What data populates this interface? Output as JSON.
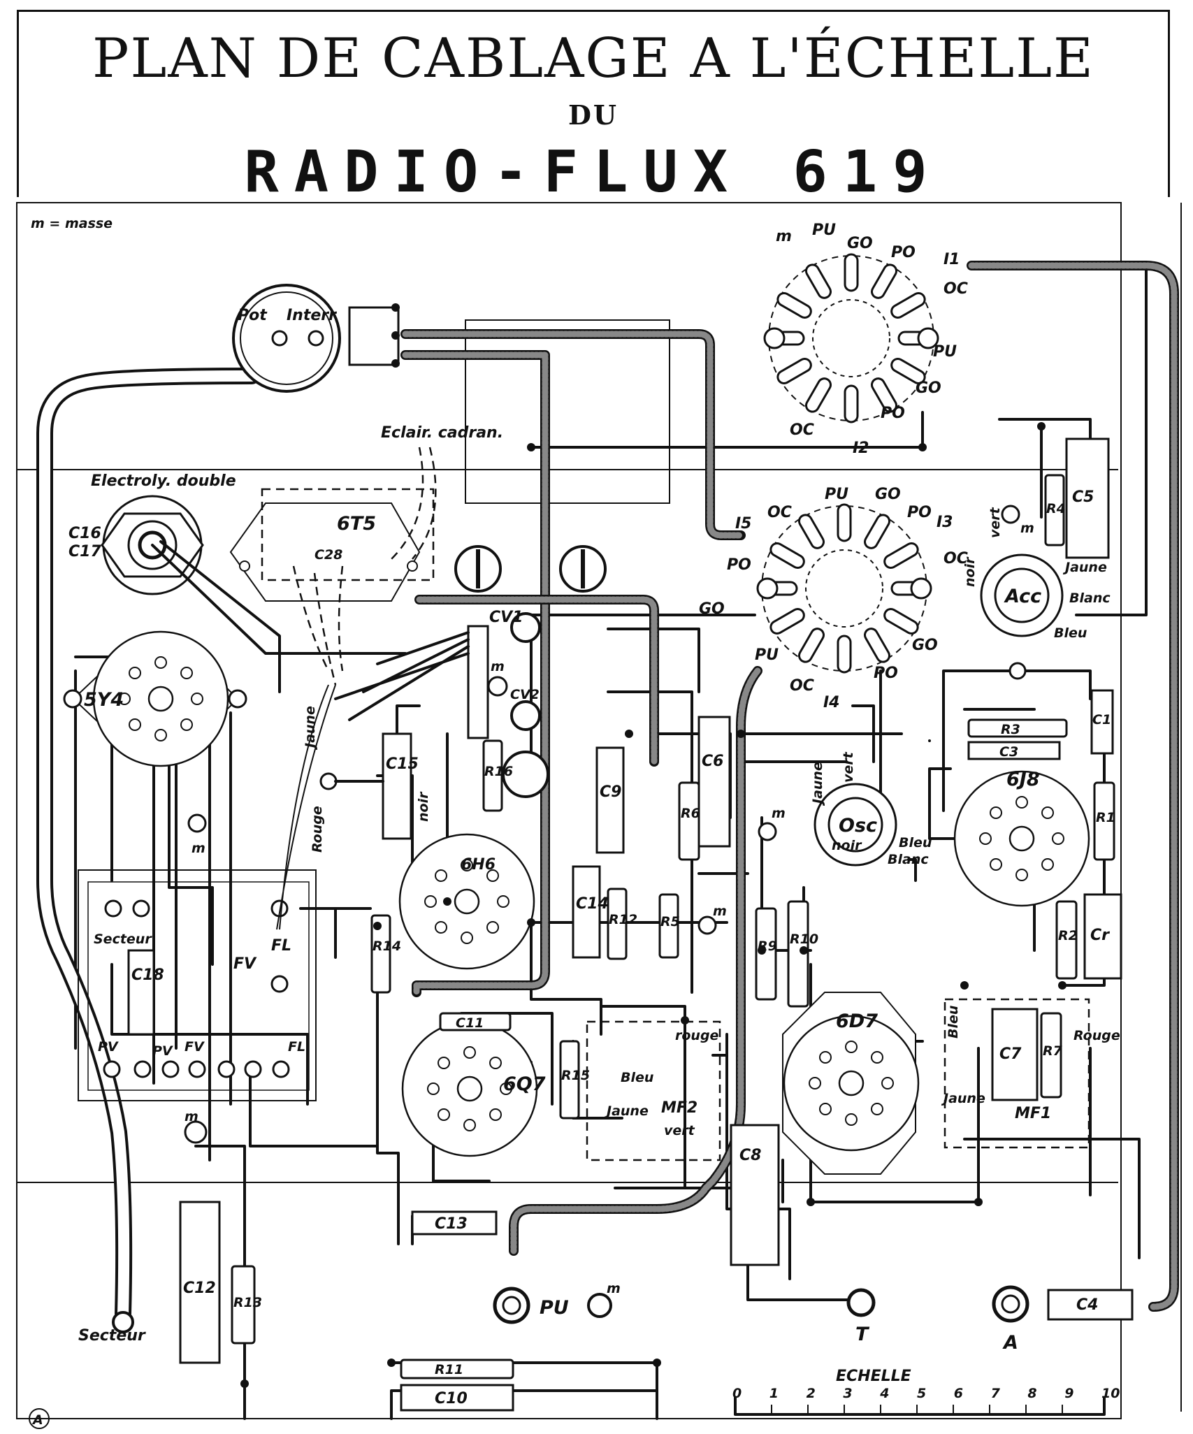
{
  "title": {
    "line1": "PLAN DE CABLAGE A L'ÉCHELLE",
    "line2": "DU",
    "line3": "RADIO-FLUX 619"
  },
  "legend": {
    "masse": "m = masse"
  },
  "tubes": {
    "t5y4": "5Y4",
    "t6h6": "6H6",
    "t6j8": "6J8",
    "t6q7": "6Q7",
    "t6d7": "6D7",
    "t6t5": "6T5"
  },
  "components": {
    "c1": "C1",
    "c3": "C3",
    "c4": "C4",
    "c5": "C5",
    "c6": "C6",
    "c7": "C7",
    "c8": "C8",
    "c9": "C9",
    "c10": "C10",
    "c11": "C11",
    "c12": "C12",
    "c13": "C13",
    "c14": "C14",
    "c15": "C15",
    "c18": "C18",
    "c16": "C16",
    "c17": "C17",
    "c28": "C28",
    "cr": "Cr",
    "r1": "R1",
    "r2": "R2",
    "r3": "R3",
    "r4": "R4",
    "r5": "R5",
    "r6": "R6",
    "r7": "R7",
    "r9": "R9",
    "r10": "R10",
    "r11": "R11",
    "r12": "R12",
    "r13": "R13",
    "r14": "R14",
    "r15": "R15",
    "r16": "R16",
    "cv1": "CV1",
    "cv2": "CV2",
    "acc": "Acc",
    "osc": "Osc",
    "mf1": "MF1",
    "mf2": "MF2"
  },
  "labels": {
    "pot": "Pot",
    "interr": "Interr",
    "electrolytique": "Electroly. double",
    "eclair": "Eclair. cadran.",
    "secteur_top": "Secteur",
    "secteur_bottom": "Secteur",
    "fl": "FL",
    "fv": "FV",
    "pv": "PV",
    "pu": "PU",
    "t": "T",
    "a": "A",
    "m": "m",
    "go": "GO",
    "po": "PO",
    "oc": "OC",
    "i1": "I1",
    "i2": "I2",
    "i3": "I3",
    "i4": "I4",
    "i5": "I5",
    "jaune": "Jaune",
    "rouge": "Rouge",
    "bleu": "Bleu",
    "blanc": "Blanc",
    "noir": "noir",
    "vert": "vert",
    "rouge_l": "rouge",
    "bleu_l": "Bleu",
    "jaune_l": "Jaune"
  },
  "scale": {
    "title": "ECHELLE",
    "ticks": [
      "0",
      "1",
      "2",
      "3",
      "4",
      "5",
      "6",
      "7",
      "8",
      "9",
      "10"
    ]
  },
  "signature": "A"
}
